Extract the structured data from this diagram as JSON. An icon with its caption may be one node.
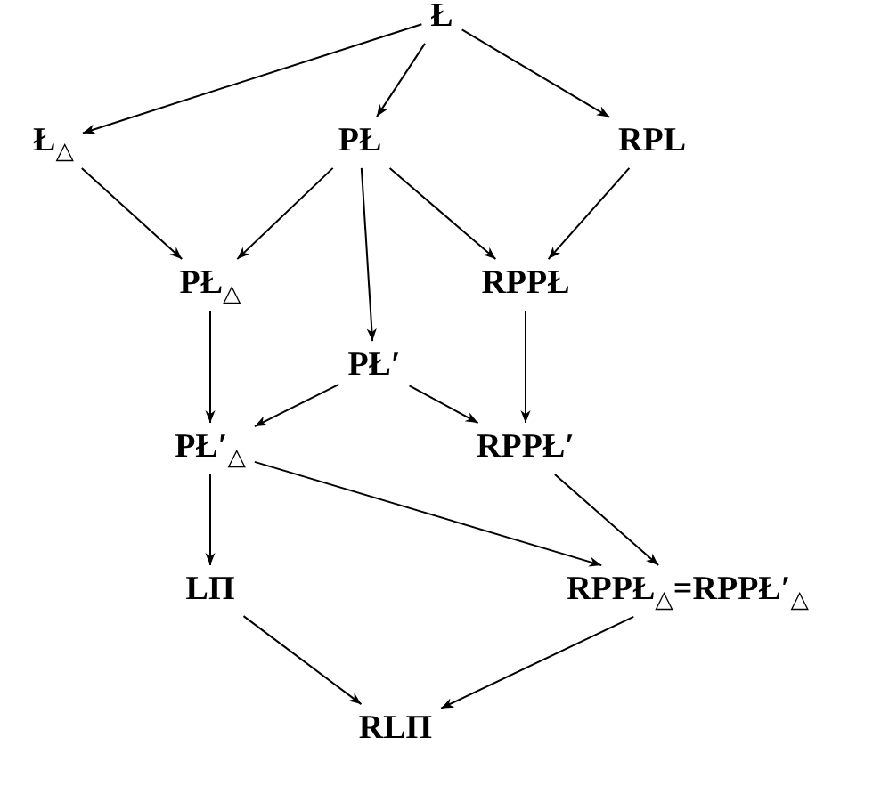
{
  "diagram": {
    "nodes": [
      {
        "text": [
          "Ł"
        ]
      },
      {
        "text": [
          "Ł$_{△}$"
        ]
      },
      {
        "text": [
          "PŁ"
        ]
      },
      {
        "text": [
          "RPL"
        ]
      },
      {
        "text": [
          "PŁ$_{△}$"
        ]
      },
      {
        "text": [
          "RPPŁ"
        ]
      },
      {
        "text": [
          "PŁ′"
        ]
      },
      {
        "text": [
          "PŁ′$_{△}$"
        ]
      },
      {
        "text": [
          "RPPŁ′"
        ]
      },
      {
        "text": [
          "LΠ"
        ]
      },
      {
        "text": [
          "RPPŁ$_{△}$=RPPŁ′$_{△}$"
        ]
      },
      {
        "text": [
          "RLΠ"
        ]
      }
    ],
    "edges": [
      {
        "from": 0,
        "to": 1,
        "arrow": "to"
      },
      {
        "from": 0,
        "to": 2,
        "arrow": "to"
      },
      {
        "from": 0,
        "to": 3,
        "arrow": "to"
      },
      {
        "from": 1,
        "to": 4,
        "arrow": "to"
      },
      {
        "from": 2,
        "to": 4,
        "arrow": "to"
      },
      {
        "from": 2,
        "to": 5,
        "arrow": "to"
      },
      {
        "from": 3,
        "to": 5,
        "arrow": "to"
      },
      {
        "from": 2,
        "to": 6,
        "arrow": "to"
      },
      {
        "from": 4,
        "to": 7,
        "arrow": "to"
      },
      {
        "from": 5,
        "to": 8,
        "arrow": "to"
      },
      {
        "from": 6,
        "to": 7,
        "arrow": "to"
      },
      {
        "from": 6,
        "to": 8,
        "arrow": "to"
      },
      {
        "from": 7,
        "to": 9,
        "arrow": "to"
      },
      {
        "from": 7,
        "to": 10,
        "arrow": "to"
      },
      {
        "from": 8,
        "to": 10,
        "arrow": "to"
      },
      {
        "from": 9,
        "to": 11,
        "arrow": "to"
      },
      {
        "from": 10,
        "to": 11,
        "arrow": "to"
      }
    ]
  }
}
